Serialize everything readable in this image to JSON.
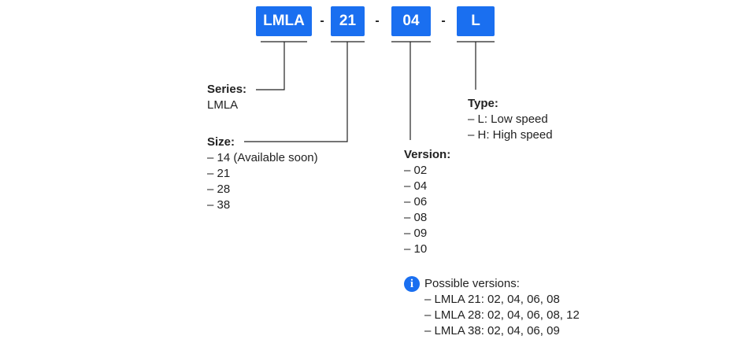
{
  "code": {
    "series": "LMLA",
    "size": "21",
    "version": "04",
    "type": "L",
    "separator": "-"
  },
  "series": {
    "heading": "Series:",
    "items": [
      "LMLA"
    ]
  },
  "size": {
    "heading": "Size:",
    "items": [
      "– 14 (Available soon)",
      "– 21",
      "– 28",
      "– 38"
    ]
  },
  "version": {
    "heading": "Version:",
    "items": [
      "– 02",
      "– 04",
      "– 06",
      "– 08",
      "– 09",
      "– 10"
    ]
  },
  "type": {
    "heading": "Type:",
    "items": [
      "– L: Low speed",
      "– H: High speed"
    ]
  },
  "note": {
    "icon": "info-icon",
    "icon_glyph": "i",
    "title": "Possible versions:",
    "items": [
      "– LMLA 21: 02, 04, 06, 08",
      "– LMLA 28: 02, 04, 06, 08, 12",
      "– LMLA 38: 02, 04, 06, 09"
    ]
  },
  "colors": {
    "accent": "#1a6ff0",
    "text": "#222222"
  }
}
